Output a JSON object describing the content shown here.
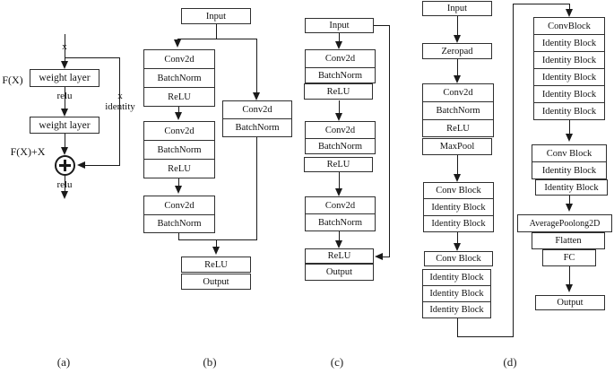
{
  "figure": {
    "background": "#ffffff",
    "ink_color": "#1a1a1a",
    "panel_a": {
      "label": "(a)",
      "input_var": "x",
      "fx_label": "F(X)",
      "weight_layer_1": "weight layer",
      "relu_mid": "relu",
      "weight_layer_2": "weight layer",
      "sum_label": "F(X)+X",
      "identity_top": "x",
      "identity_bottom": "identity",
      "relu_out": "relu"
    },
    "panel_b": {
      "label": "(b)",
      "input": "Input",
      "g1": [
        "Conv2d",
        "BatchNorm",
        "ReLU"
      ],
      "g2": [
        "Conv2d",
        "BatchNorm",
        "ReLU"
      ],
      "g3": [
        "Conv2d",
        "BatchNorm"
      ],
      "shortcut": [
        "Conv2d",
        "BatchNorm"
      ],
      "relu_out": "ReLU",
      "output": "Output"
    },
    "panel_c": {
      "label": "(c)",
      "input": "Input",
      "b1": [
        "Conv2d",
        "BatchNorm"
      ],
      "relu1": "ReLU",
      "b2": [
        "Conv2d",
        "BatchNorm"
      ],
      "relu2": "ReLU",
      "b3": [
        "Conv2d",
        "BatchNorm"
      ],
      "relu_out": "ReLU",
      "output": "Output"
    },
    "panel_d": {
      "label": "(d)",
      "input": "Input",
      "zeropad": "Zeropad",
      "stem": [
        "Conv2d",
        "BatchNorm",
        "ReLU"
      ],
      "maxpool": "MaxPool",
      "stage1": [
        "Conv Block",
        "Identity Block",
        "Identity Block"
      ],
      "stage2_conv": "Conv Block",
      "stage2": [
        "Identity Block",
        "Identity Block",
        "Identity Block"
      ],
      "stage3a": [
        "ConvBlock",
        "Identity Block",
        "Identity Block"
      ],
      "stage3b": [
        "Identity Block",
        "Identity Block",
        "Identity Block"
      ],
      "stage4": [
        "Conv Block",
        "Identity Block"
      ],
      "stage4_id": "Identity Block",
      "avgpool": "AveragePoolong2D",
      "flatten": "Flatten",
      "fc": "FC",
      "output": "Output"
    }
  }
}
